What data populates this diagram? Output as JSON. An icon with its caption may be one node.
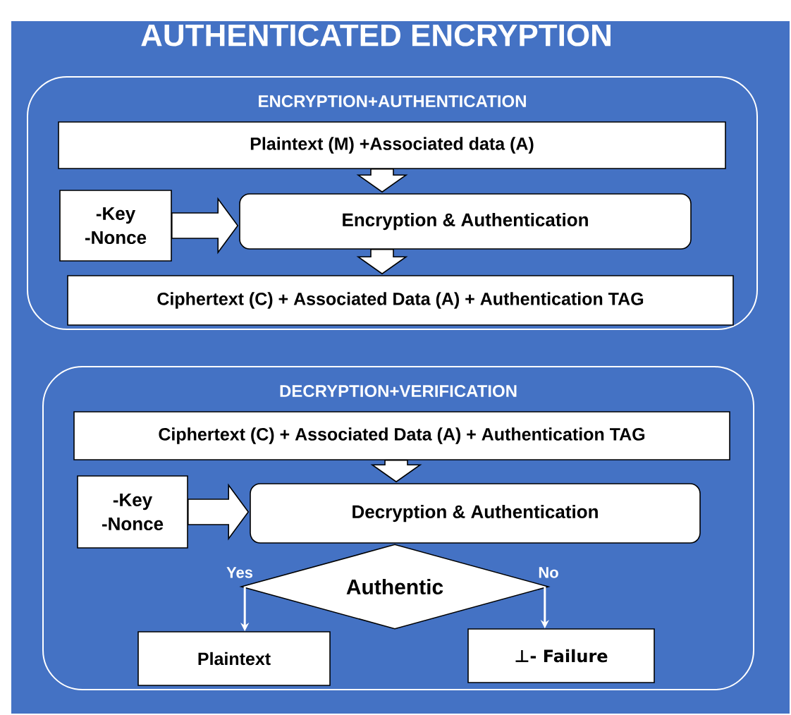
{
  "diagram": {
    "title": "AUTHENTICATED ENCRYPTION",
    "nodes": [
      {
        "text": [
          "ENCRYPTION+AUTHENTICATION"
        ]
      },
      {
        "text": [
          "Plaintext (M) +Associated data (A)"
        ],
        "in": 0
      },
      {
        "text": [
          "-Key -Nonce"
        ],
        "in": 0
      },
      {
        "text": [
          "Encryption & Authentication"
        ],
        "in": 0
      },
      {
        "text": [
          "Ciphertext (C) + Associated Data (A) + Authentication TAG"
        ],
        "in": 0
      },
      {
        "text": [
          "DECRYPTION+VERIFICATION"
        ]
      },
      {
        "text": [
          "Ciphertext (C) + Associated Data (A) + Authentication TAG"
        ],
        "in": 5
      },
      {
        "text": [
          "-Key -Nonce"
        ],
        "in": 5
      },
      {
        "text": [
          "Decryption & Authentication"
        ],
        "in": 5
      },
      {
        "text": [
          "Authentic"
        ],
        "in": 5
      },
      {
        "text": [
          "Plaintext"
        ],
        "in": 5
      },
      {
        "text": [
          "⊥- Failure"
        ],
        "in": 5
      }
    ],
    "edges": [
      {
        "from": 1,
        "to": 3,
        "arrow": "to"
      },
      {
        "from": 2,
        "to": 3,
        "arrow": "to"
      },
      {
        "from": 3,
        "to": 4,
        "arrow": "to"
      },
      {
        "from": 6,
        "to": 8,
        "arrow": "to"
      },
      {
        "from": 7,
        "to": 8,
        "arrow": "to"
      },
      {
        "from": 9,
        "to": 10,
        "arrow": "to",
        "label": "Yes",
        "color": "#ffffff"
      },
      {
        "from": 9,
        "to": 11,
        "arrow": "to",
        "label": "No",
        "color": "#ffffff"
      }
    ]
  }
}
